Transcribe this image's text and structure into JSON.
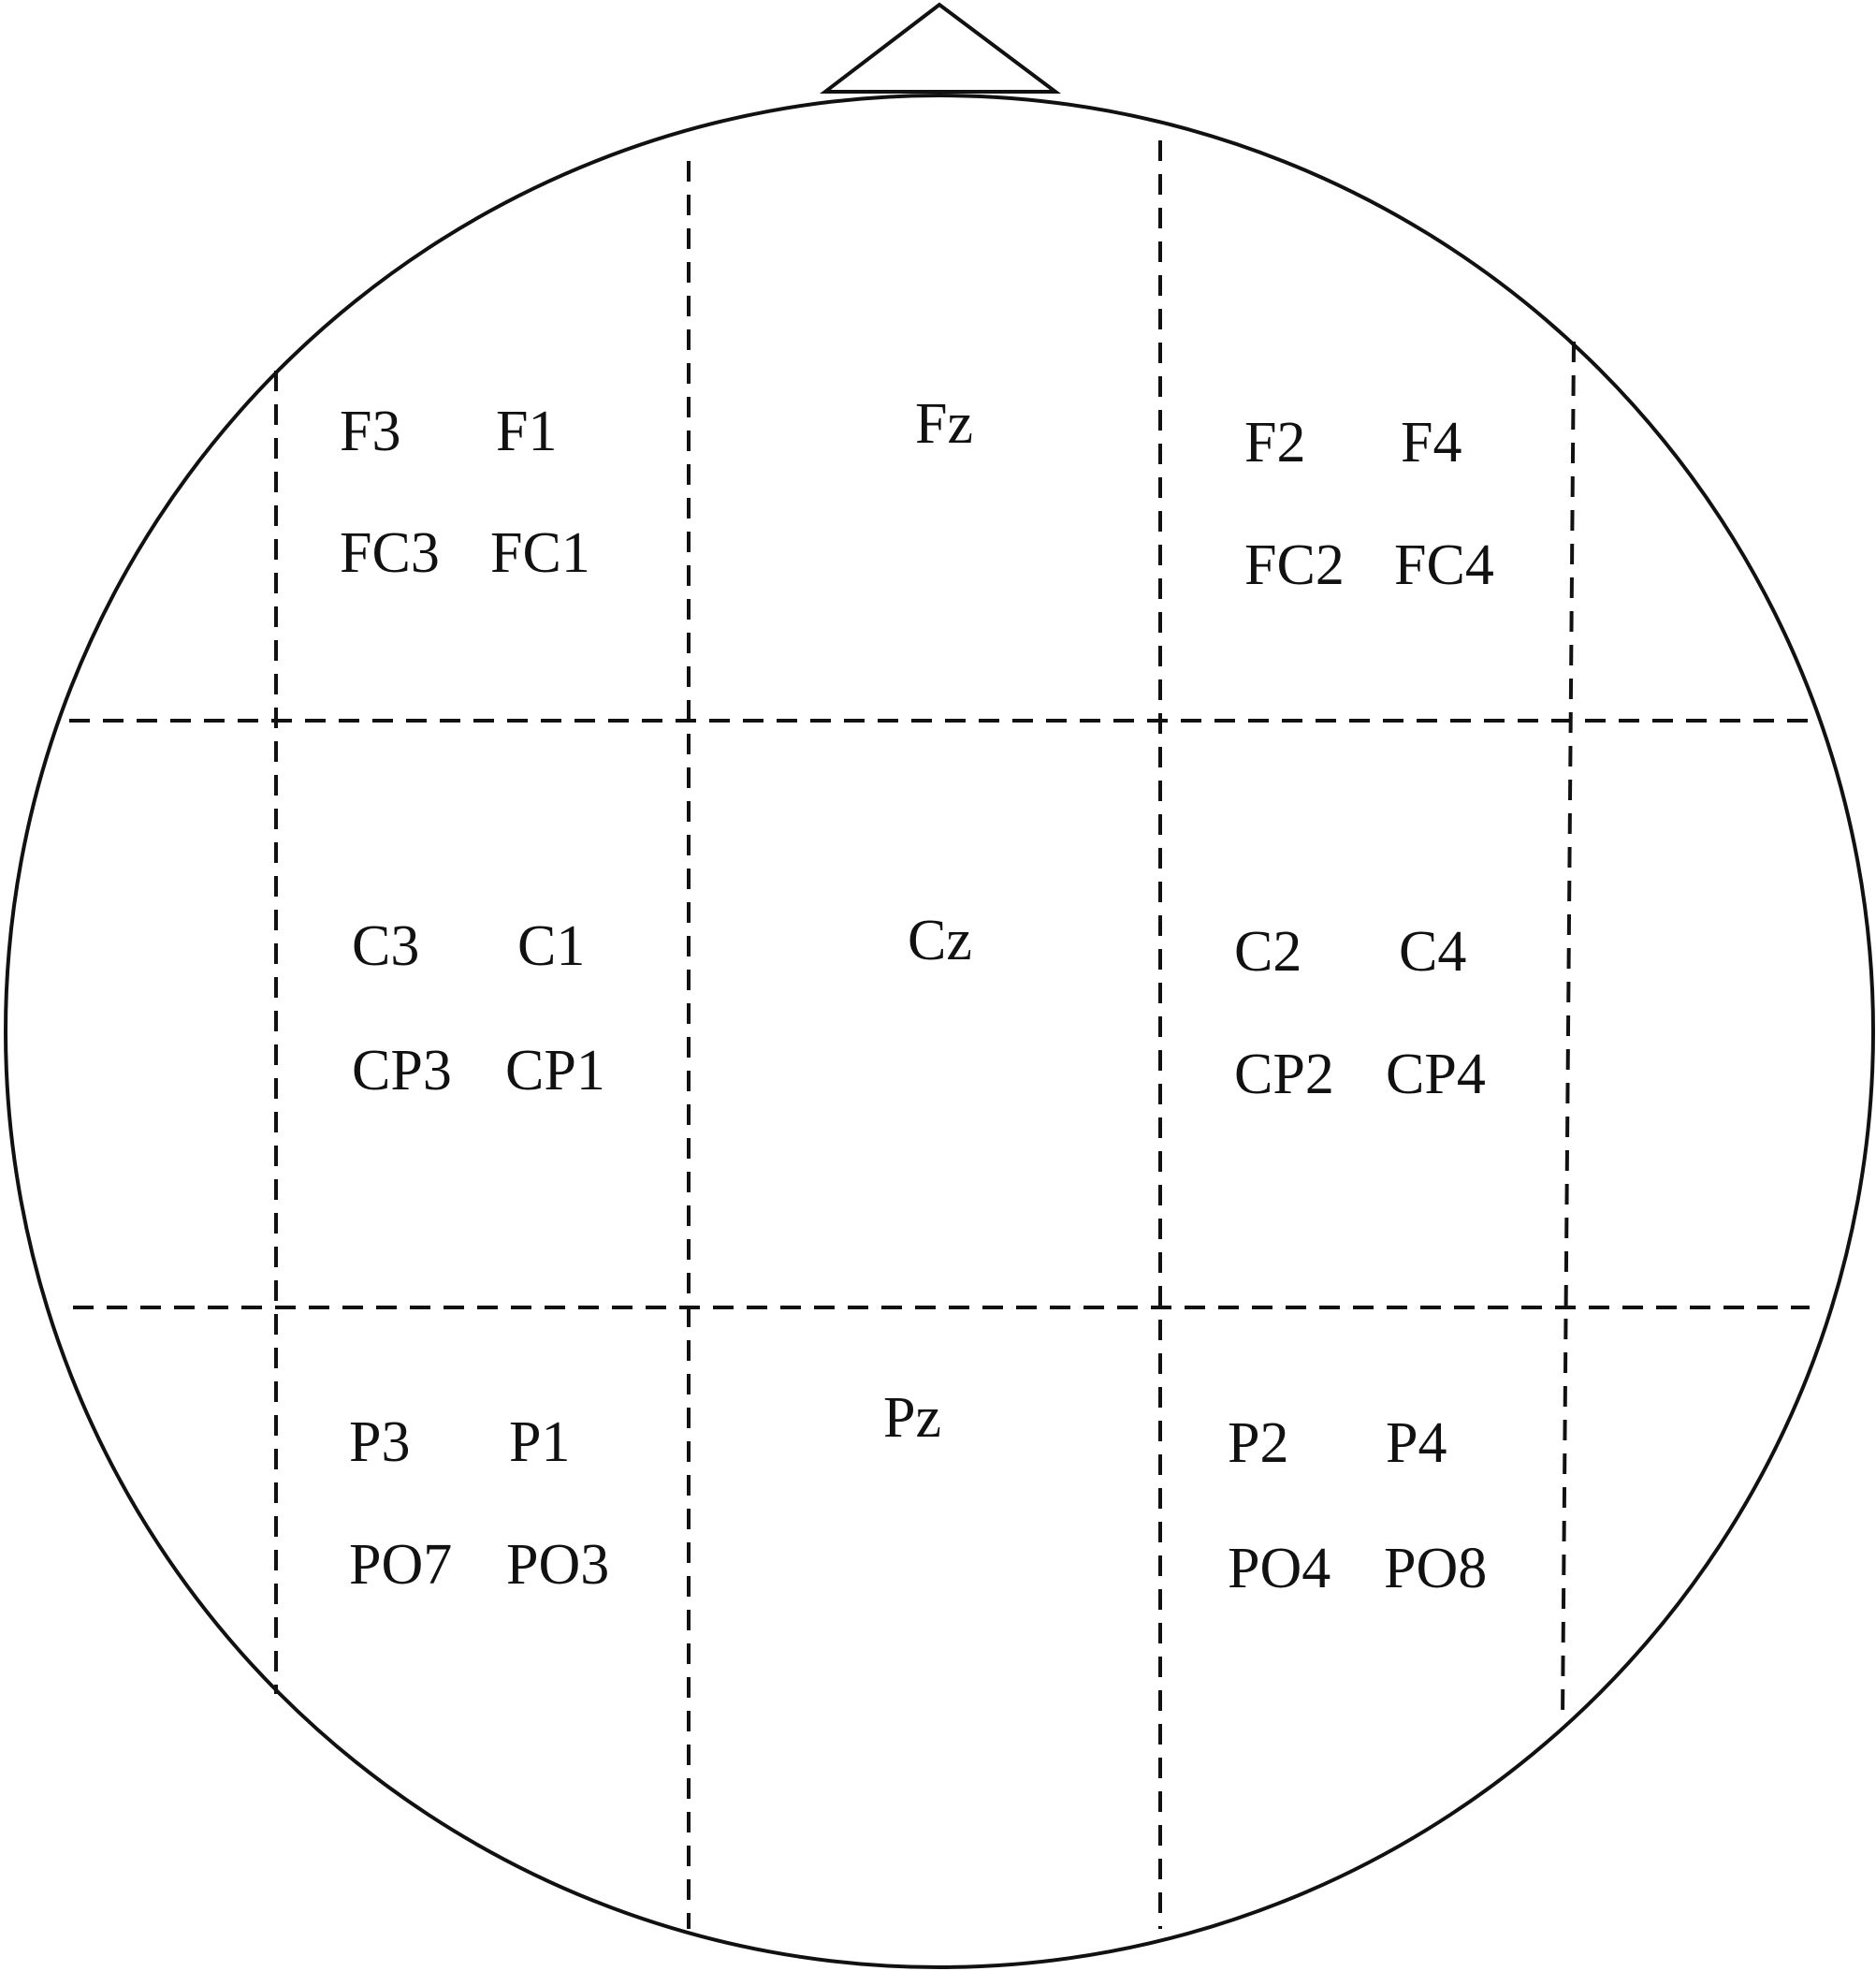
{
  "diagram": {
    "regions": {
      "left_frontal": [
        "F3",
        "F1",
        "FC3",
        "FC1"
      ],
      "mid_frontal": [
        "Fz"
      ],
      "right_frontal": [
        "F2",
        "F4",
        "FC2",
        "FC4"
      ],
      "left_central": [
        "C3",
        "C1",
        "CP3",
        "CP1"
      ],
      "mid_central": [
        "Cz"
      ],
      "right_central": [
        "C2",
        "C4",
        "CP2",
        "CP4"
      ],
      "left_parietal": [
        "P3",
        "P1",
        "PO7",
        "PO3"
      ],
      "mid_parietal": [
        "Pz"
      ],
      "right_parietal": [
        "P2",
        "P4",
        "PO4",
        "PO8"
      ]
    }
  }
}
